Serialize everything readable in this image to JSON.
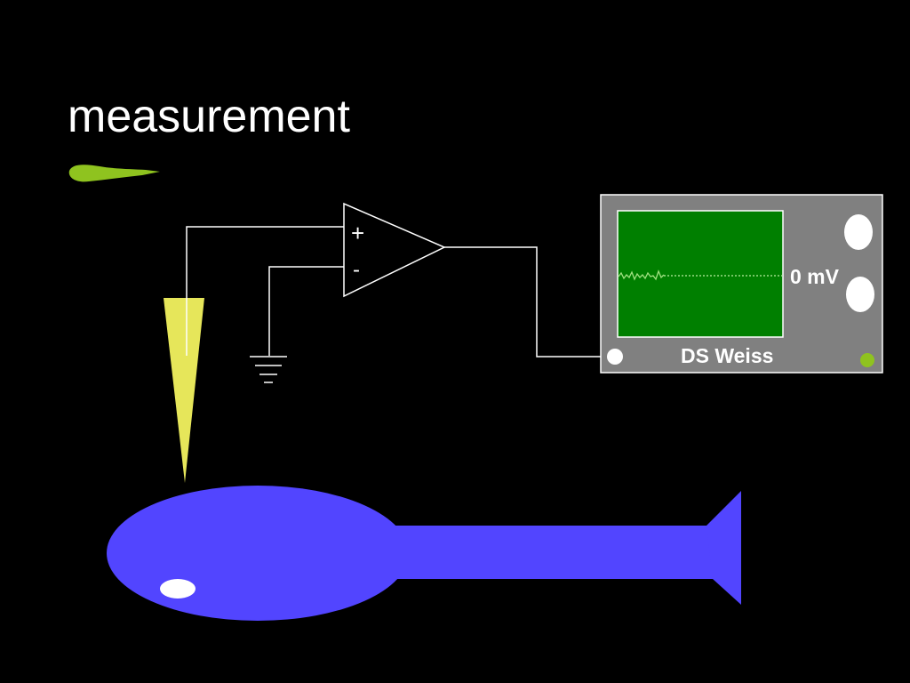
{
  "slide": {
    "title": "measurement"
  },
  "amplifier": {
    "plus_label": "+",
    "minus_label": "-"
  },
  "oscilloscope": {
    "reading": "0 mV",
    "brand": "DS Weiss"
  },
  "colors": {
    "background": "#000000",
    "title_text": "#ffffff",
    "brush_accent": "#8fc31f",
    "electrode": "#e6e65a",
    "neuron": "#5245ff",
    "nucleus": "#ffffff",
    "scope_body": "#808080",
    "scope_screen": "#007f00",
    "scope_trace": "#9fe07f",
    "indicator_light": "#8fc31f"
  },
  "icons": {
    "ground": "ground-symbol-icon",
    "amplifier": "op-amp-triangle-icon"
  }
}
